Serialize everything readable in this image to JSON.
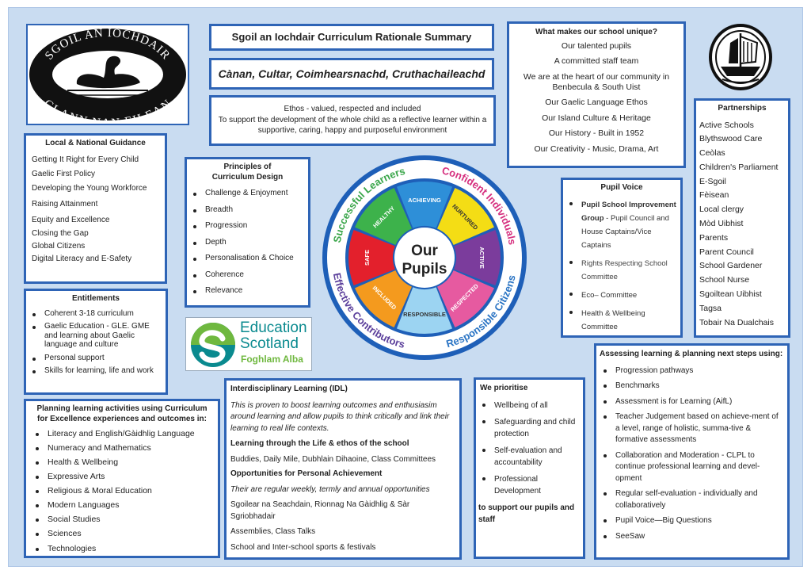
{
  "logo_left": {
    "top_text": "SGOIL AN IOCHDAIR",
    "bottom_text": "CLANN NAN EILEAN"
  },
  "title": "Sgoil an Iochdair Curriculum Rationale Summary",
  "subtitle": "Cànan, Cultar, Coimhearsnachd, Cruthachaileachd",
  "ethos": {
    "line1": "Ethos - valued, respected and included",
    "line2": "To support the development of the whole child as a reflective learner within a supportive, caring, happy and purposeful environment"
  },
  "unique": {
    "heading": "What makes our school unique?",
    "items": [
      "Our talented pupils",
      "A committed staff team",
      "We are at the heart of our community  in Benbecula & South Uist",
      "Our Gaelic Language Ethos",
      "Our Island Culture & Heritage",
      "Our History - Built in 1952",
      "Our Creativity - Music, Drama, Art"
    ]
  },
  "local": {
    "heading": "Local & National Guidance",
    "items": [
      "Getting It Right for Every Child",
      "Gaelic First Policy",
      "Developing the Young Workforce",
      "Raising Attainment",
      "Equity and Excellence",
      "Closing the Gap",
      "Global Citizens",
      "Digital Literacy and E-Safety"
    ]
  },
  "principles": {
    "heading": "Principles of Curriculum Design",
    "items": [
      "Challenge & Enjoyment",
      "Breadth",
      "Progression",
      "Depth",
      "Personalisation & Choice",
      "Coherence",
      "Relevance"
    ]
  },
  "entitlements": {
    "heading": "Entitlements",
    "items": [
      "Coherent 3-18 curriculum",
      "Gaelic Education - GLE. GME and learning about Gaelic language and culture",
      "Personal support",
      "Skills for learning, life and work"
    ]
  },
  "edscot": {
    "line1": "Education",
    "line2": "Scotland",
    "line3": "Foghlam Alba",
    "brand_green": "#6fb83f",
    "brand_teal": "#0a8a8f"
  },
  "planning": {
    "heading": "Planning learning activities using Curriculum for Excellence experiences and outcomes in:",
    "items": [
      "Literacy and English/Gàidhlig Language",
      "Numeracy and Mathematics",
      "Health & Wellbeing",
      "Expressive Arts",
      "Religious & Moral Education",
      "Modern Languages",
      "Social Studies",
      "Sciences",
      "Technologies"
    ]
  },
  "idl": {
    "heading": "Interdisciplinary Learning (IDL)",
    "intro": "This is proven to boost learning outcomes and enthusiasim around learning and allow pupils to think critically and link their learning to real life contexts.",
    "h2": "Learning through the Life & ethos of the school",
    "life": "Buddies, Daily Mile, Dubhlain Dihaoine, Class Committees",
    "h3": "Opportunities for Personal Achievement",
    "opp": "Their are regular weekly, termly and annual opportunities",
    "items": [
      "Sgoilear na Seachdain, Rionnag  Na Gàidhlig & Sàr Sgriobhadair",
      "Assemblies, Class Talks",
      "School and Inter-school sports & festivals"
    ]
  },
  "wheel": {
    "center_line1": "Our",
    "center_line2": "Pupils",
    "capacities": [
      "Successful Learners",
      "Confident Individuals",
      "Responsible Citizens",
      "Effective Contributors"
    ],
    "capacity_colors": [
      "#3aa64a",
      "#d6307f",
      "#2a74c4",
      "#5b3f9b"
    ],
    "segments": [
      {
        "label": "ACHIEVING",
        "color": "#2e8fd8"
      },
      {
        "label": "NURTURED",
        "color": "#f4dd15"
      },
      {
        "label": "ACTIVE",
        "color": "#7b3c9c"
      },
      {
        "label": "RESPECTED",
        "color": "#e65aa0"
      },
      {
        "label": "RESPONSIBLE",
        "color": "#9cd4f2"
      },
      {
        "label": "INCLUDED",
        "color": "#f49a1e"
      },
      {
        "label": "SAFE",
        "color": "#e3202c"
      },
      {
        "label": "HEALTHY",
        "color": "#3db24b"
      }
    ]
  },
  "partnerships": {
    "heading": "Partnerships",
    "items": [
      "Active Schools",
      "Blythswood Care",
      "Ceòlas",
      "Children's Parliament",
      "E-Sgoil",
      "Fèisean",
      "Local clergy",
      "Mòd Uibhist",
      "Parents",
      "Parent Council",
      "School Gardener",
      "School Nurse",
      "Sgoiltean Uibhist",
      "Tagsa",
      "Tobair Na Dualchais"
    ]
  },
  "voice": {
    "heading": "Pupil Voice",
    "items": [
      {
        "bold": "Pupil School Improvement Group",
        "rest": " - Pupil Council and House Captains/Vice Captains"
      },
      {
        "bold": "",
        "rest": "Rights Respecting School Committee"
      },
      {
        "bold": "",
        "rest": "Eco– Committee"
      },
      {
        "bold": "",
        "rest": "Health & Wellbeing Committee"
      }
    ]
  },
  "prioritise": {
    "heading": "We prioritise",
    "items": [
      "Wellbeing of all",
      "Safeguarding and child protection",
      "Self-evaluation and accountability",
      "Professional Development"
    ],
    "footer": " to support our pupils and staff"
  },
  "assessing": {
    "heading": "Assessing learning & planning next steps using:",
    "items": [
      "Progression pathways",
      "Benchmarks",
      "Assessment is for Learning (AifL)",
      "Teacher Judgement based on achieve-ment of a level, range of holistic, summa-tive & formative assessments",
      "Collaboration and Moderation - CLPL to continue professional learning and devel-opment",
      "Regular self-evaluation - individually and collaboratively",
      "Pupil Voice—Big Questions",
      "SeeSaw"
    ]
  }
}
